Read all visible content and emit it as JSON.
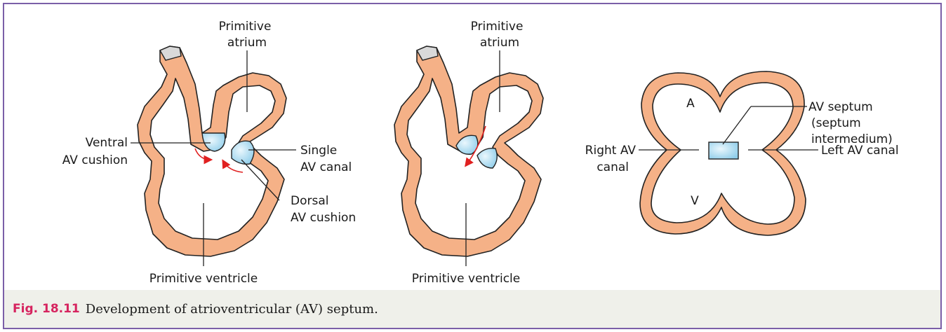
{
  "colors": {
    "wall": "#f5b187",
    "wall_outline": "#222222",
    "cushion": "#b9e2f5",
    "arrow": "#e02020",
    "frame": "#7b5fa8",
    "caption_bg": "#eff0ea",
    "caption_number": "#d6245f"
  },
  "panel1": {
    "primitive_atrium": [
      "Primitive",
      "atrium"
    ],
    "ventral_av_cushion": [
      "Ventral",
      "AV cushion"
    ],
    "single_av_canal": [
      "Single",
      "AV canal"
    ],
    "dorsal_av_cushion": [
      "Dorsal",
      "AV cushion"
    ],
    "primitive_ventricle": "Primitive ventricle"
  },
  "panel2": {
    "primitive_atrium": [
      "Primitive",
      "atrium"
    ],
    "primitive_ventricle": "Primitive ventricle"
  },
  "panel3": {
    "atrium_letter": "A",
    "ventricle_letter": "V",
    "av_septum": [
      "AV septum",
      "(septum",
      "intermedium)"
    ],
    "right_av_canal": [
      "Right AV",
      "canal"
    ],
    "left_av_canal": "Left AV canal"
  },
  "caption": {
    "number": "Fig. 18.11",
    "text": "Development of atrioventricular (AV) septum."
  }
}
